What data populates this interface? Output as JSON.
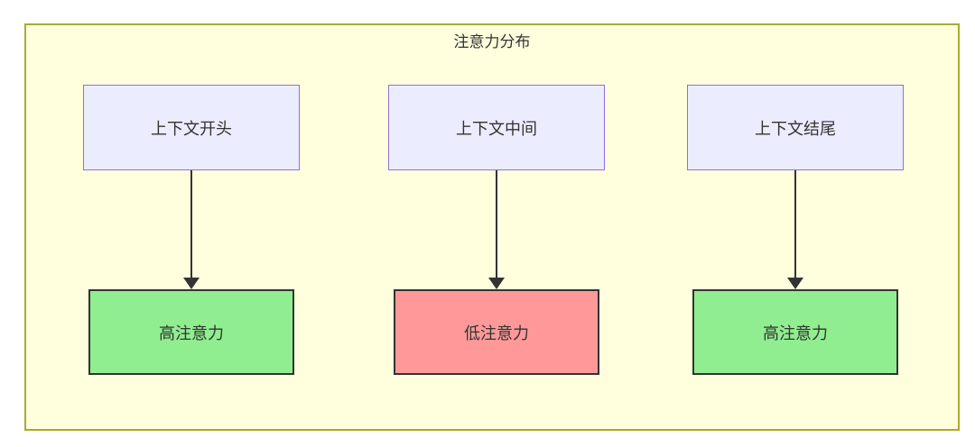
{
  "diagram": {
    "title": "注意力分布",
    "type": "flowchart",
    "colors": {
      "container_bg": "#ffffde",
      "container_border": "#aaaa33",
      "node_bg": "#ECECFF",
      "node_border": "#9370DB",
      "high_bg": "#90EE90",
      "low_bg": "#FF9999",
      "result_border": "#333333",
      "arrow": "#333333",
      "text": "#333333"
    },
    "columns": [
      {
        "source": "上下文开头",
        "result": "高注意力",
        "level": "high"
      },
      {
        "source": "上下文中间",
        "result": "低注意力",
        "level": "low"
      },
      {
        "source": "上下文结尾",
        "result": "高注意力",
        "level": "high"
      }
    ]
  }
}
